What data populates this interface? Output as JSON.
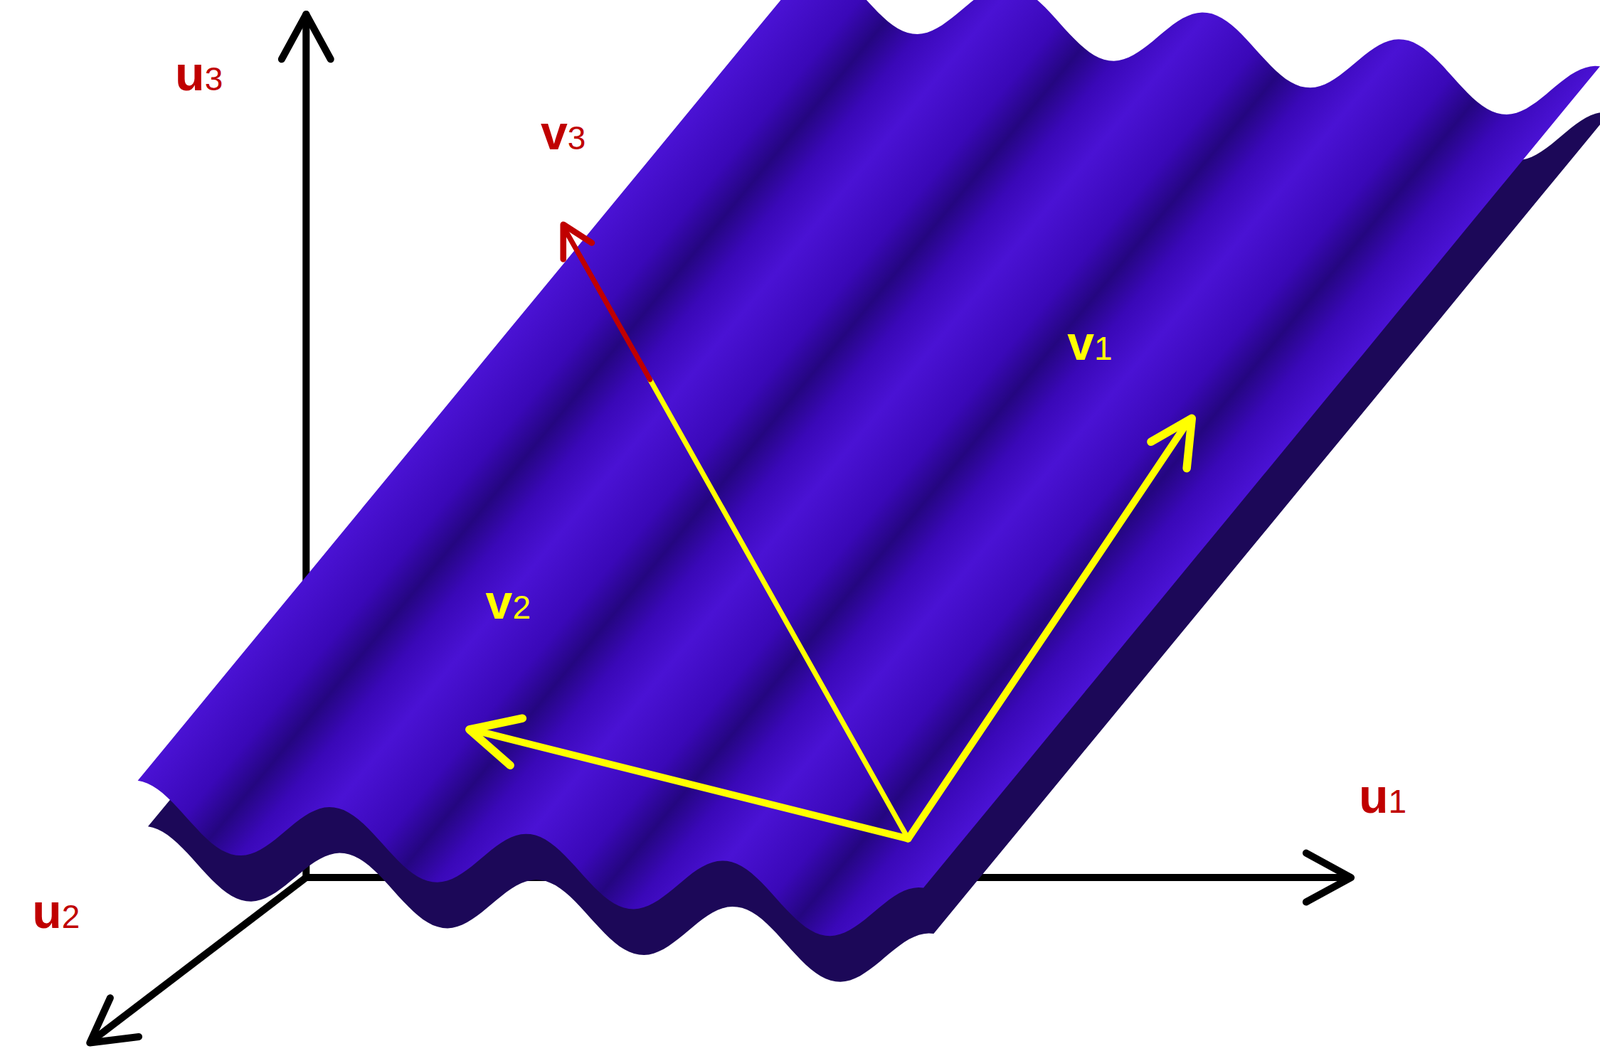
{
  "diagram": {
    "labels": [
      "u3",
      "v3",
      "v1",
      "v2",
      "u1",
      "u2"
    ]
  }
}
